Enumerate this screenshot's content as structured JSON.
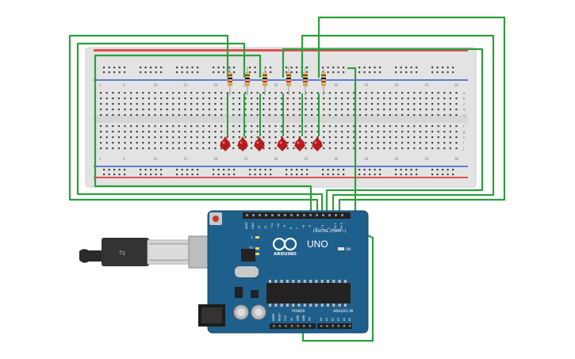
{
  "breadboard": {
    "top_numbers": [
      "1",
      "5",
      "10",
      "15",
      "20",
      "25",
      "30",
      "35",
      "40",
      "45",
      "50",
      "55",
      "60"
    ],
    "bottom_numbers": [
      "1",
      "5",
      "10",
      "15",
      "20",
      "25",
      "30",
      "35",
      "40",
      "45",
      "50",
      "55",
      "60"
    ],
    "row_letters_top": [
      "a",
      "b",
      "c",
      "d",
      "e"
    ],
    "row_letters_bottom": [
      "f",
      "g",
      "h",
      "i",
      "j"
    ]
  },
  "components": {
    "resistor_count": 6,
    "led_count": 6,
    "led_color": "#b71c1c",
    "wire_color": "#2e9e3e"
  },
  "arduino": {
    "brand": "ARDUINO",
    "model": "UNO",
    "digital_label": "DIGITAL (PWM~)",
    "power_label": "POWER",
    "analog_label": "ANALOG IN",
    "tx_label": "TX",
    "rx_label": "RX",
    "l_label": "L",
    "on_label": "ON",
    "board_color": "#1f5f8b",
    "digital_pins": [
      "AREF",
      "GND",
      "13",
      "12",
      "~11",
      "~10",
      "~9",
      "8",
      "7",
      "~6",
      "~5",
      "4",
      "~3",
      "2",
      "TX 1",
      "RX 0"
    ],
    "power_pins": [
      "IOREF",
      "RESET",
      "3.3V",
      "5V",
      "GND",
      "GND",
      "Vin"
    ],
    "analog_pins": [
      "A0",
      "A1",
      "A2",
      "A3",
      "A4",
      "A5"
    ]
  }
}
